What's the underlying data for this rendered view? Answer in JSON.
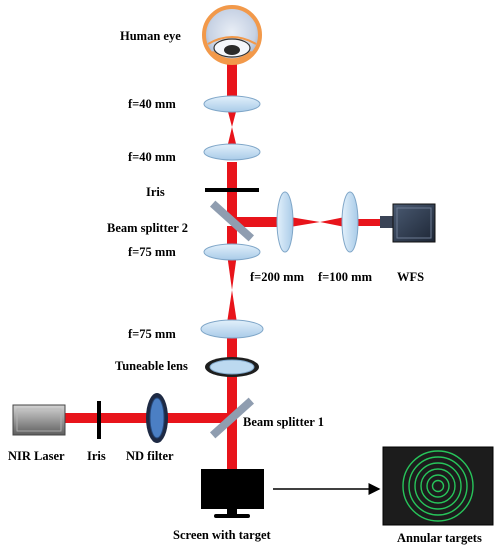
{
  "labels": {
    "human_eye": "Human eye",
    "lens1": "f=40 mm",
    "lens2": "f=40 mm",
    "iris_top": "Iris",
    "beam_splitter_2": "Beam splitter 2",
    "lens3": "f=75 mm",
    "lens_200": "f=200 mm",
    "lens_100": "f=100 mm",
    "wfs": "WFS",
    "lens4": "f=75 mm",
    "tuneable_lens": "Tuneable lens",
    "beam_splitter_1": "Beam splitter 1",
    "nir_laser": "NIR Laser",
    "iris_bottom": "Iris",
    "nd_filter": "ND filter",
    "screen": "Screen with target",
    "annular_targets": "Annular targets"
  },
  "colors": {
    "beam": "#e8141b",
    "lens_fill": "#c9e1f4",
    "lens_stroke": "#7fa6c8",
    "splitter": "#8f9db0",
    "eye_orange": "#f2994a",
    "target_rings": "#27c45a",
    "target_bg": "#1c1c1c"
  },
  "icons": [
    "eye-icon",
    "laser-icon",
    "wfs-camera-icon",
    "screen-icon",
    "annular-target-icon"
  ]
}
